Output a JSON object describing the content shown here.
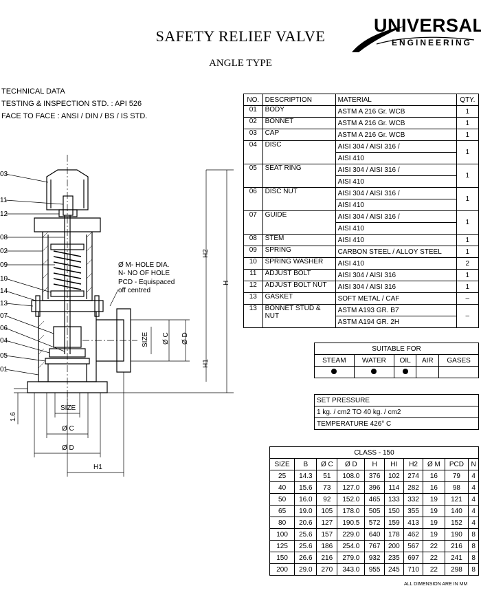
{
  "header": {
    "title": "SAFETY RELIEF VALVE",
    "subtitle": "ANGLE TYPE",
    "logo_name": "UNIVERSAL",
    "logo_sub": "ENGINEERING"
  },
  "technical": {
    "heading": "TECHNICAL DATA",
    "line1": "TESTING & INSPECTION STD. :  API 526",
    "line2": "FACE TO FACE :  ANSI / DIN / BS / IS STD."
  },
  "drawing": {
    "part_callouts": [
      "03",
      "11",
      "12",
      "08",
      "02",
      "09",
      "10",
      "14",
      "13",
      "07",
      "06",
      "04",
      "05",
      "01"
    ],
    "hole_note_1": "Ø M- HOLE DIA.",
    "hole_note_2": "N- NO OF HOLE",
    "hole_note_3": "PCD - Equispaced",
    "hole_note_4": "off centred",
    "dim_size": "SIZE",
    "dim_c": "Ø C",
    "dim_d": "Ø D",
    "dim_h": "H",
    "dim_h1": "H1",
    "dim_h2": "H2",
    "dim_16": "1.6"
  },
  "parts": {
    "headers": [
      "NO.",
      "DESCRIPTION",
      "MATERIAL",
      "QTY."
    ],
    "rows": [
      {
        "no": "01",
        "desc": "BODY",
        "mat": "ASTM A 216  Gr. WCB",
        "qty": "1"
      },
      {
        "no": "02",
        "desc": "BONNET",
        "mat": "ASTM A 216  Gr. WCB",
        "qty": "1"
      },
      {
        "no": "03",
        "desc": "CAP",
        "mat": "ASTM A 216  Gr. WCB",
        "qty": "1"
      },
      {
        "no": "04",
        "desc": "DISC",
        "mat": "AISI 304 / AISI 316 /",
        "mat2": "AISI 410",
        "qty": "1"
      },
      {
        "no": "05",
        "desc": "SEAT RING",
        "mat": "AISI 304 / AISI 316 /",
        "mat2": "AISI 410",
        "qty": "1"
      },
      {
        "no": "06",
        "desc": "DISC NUT",
        "mat": "AISI 304 / AISI 316 /",
        "mat2": "AISI 410",
        "qty": "1"
      },
      {
        "no": "07",
        "desc": "GUIDE",
        "mat": "AISI 304 / AISI 316 /",
        "mat2": "AISI 410",
        "qty": "1"
      },
      {
        "no": "08",
        "desc": "STEM",
        "mat": "AISI 410",
        "qty": "1"
      },
      {
        "no": "09",
        "desc": "SPRING",
        "mat": "CARBON STEEL / ALLOY STEEL",
        "qty": "1"
      },
      {
        "no": "10",
        "desc": "SPRING WASHER",
        "mat": "AISI 410",
        "qty": "2"
      },
      {
        "no": "11",
        "desc": "ADJUST BOLT",
        "mat": "AISI 304 / AISI 316",
        "qty": "1"
      },
      {
        "no": "12",
        "desc": "ADJUST BOLT  NUT",
        "mat": "AISI 304 / AISI 316",
        "qty": "1"
      },
      {
        "no": "13",
        "desc": "GASKET",
        "mat": "SOFT METAL / CAF",
        "qty": "–"
      },
      {
        "no": "13",
        "desc": "BONNET STUD &",
        "desc2": "NUT",
        "mat": "ASTM A193 GR. B7",
        "mat2": "ASTM A194 GR. 2H",
        "qty": "–"
      }
    ]
  },
  "suitable": {
    "title": "SUITABLE FOR",
    "headers": [
      "STEAM",
      "WATER",
      "OIL",
      "AIR",
      "GASES"
    ],
    "marks": [
      true,
      true,
      true,
      false,
      false
    ]
  },
  "pressure": {
    "label": "SET PRESSURE",
    "range": "1 kg. / cm2  TO  40 kg. / cm2",
    "temperature": "TEMPERATURE    426° C"
  },
  "dimensions": {
    "title": "CLASS - 150",
    "headers": [
      "SIZE",
      "B",
      "Ø C",
      "Ø D",
      "H",
      "HI",
      "H2",
      "Ø M",
      "PCD",
      "N"
    ],
    "rows": [
      [
        "25",
        "14.3",
        "51",
        "108.0",
        "376",
        "102",
        "274",
        "16",
        "79",
        "4"
      ],
      [
        "40",
        "15.6",
        "73",
        "127.0",
        "396",
        "114",
        "282",
        "16",
        "98",
        "4"
      ],
      [
        "50",
        "16.0",
        "92",
        "152.0",
        "465",
        "133",
        "332",
        "19",
        "121",
        "4"
      ],
      [
        "65",
        "19.0",
        "105",
        "178.0",
        "505",
        "150",
        "355",
        "19",
        "140",
        "4"
      ],
      [
        "80",
        "20.6",
        "127",
        "190.5",
        "572",
        "159",
        "413",
        "19",
        "152",
        "4"
      ],
      [
        "100",
        "25.6",
        "157",
        "229.0",
        "640",
        "178",
        "462",
        "19",
        "190",
        "8"
      ],
      [
        "125",
        "25.6",
        "186",
        "254.0",
        "767",
        "200",
        "567",
        "22",
        "216",
        "8"
      ],
      [
        "150",
        "26.6",
        "216",
        "279.0",
        "932",
        "235",
        "697",
        "22",
        "241",
        "8"
      ],
      [
        "200",
        "29.0",
        "270",
        "343.0",
        "955",
        "245",
        "710",
        "22",
        "298",
        "8"
      ]
    ]
  },
  "footer": {
    "note": "ALL DIMENSION ARE IN MM"
  }
}
